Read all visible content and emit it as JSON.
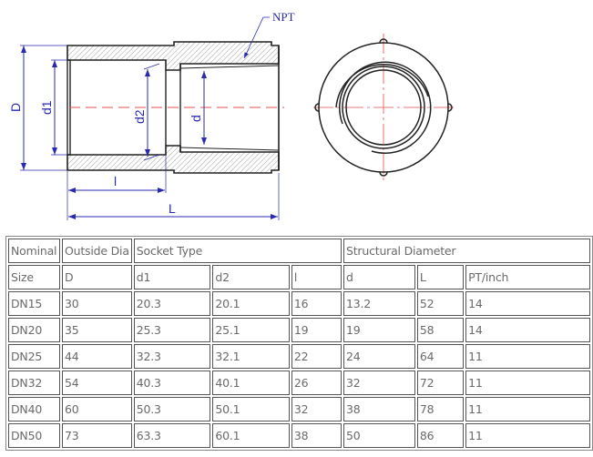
{
  "drawing": {
    "labels": {
      "D": "D",
      "d1": "d1",
      "d2": "d2",
      "d": "d",
      "l": "l",
      "L": "L",
      "npt": "NPT"
    },
    "colors": {
      "outline": "#222222",
      "dimension": "#2a2ab0",
      "centerline": "#e05050"
    }
  },
  "table": {
    "header1": [
      "Nominal",
      "Outside Dia",
      "Socket Type",
      "Structural Diameter"
    ],
    "header2": [
      "Size",
      "D",
      "d1",
      "d2",
      "l",
      "d",
      "L",
      "PT/inch"
    ],
    "rows": [
      [
        "DN15",
        "30",
        "20.3",
        "20.1",
        "16",
        "13.2",
        "52",
        "14"
      ],
      [
        "DN20",
        "35",
        "25.3",
        "25.1",
        "19",
        "19",
        "58",
        "14"
      ],
      [
        "DN25",
        "44",
        "32.3",
        "32.1",
        "22",
        "24",
        "64",
        "11"
      ],
      [
        "DN32",
        "54",
        "40.3",
        "40.1",
        "26",
        "32",
        "72",
        "11"
      ],
      [
        "DN40",
        "60",
        "50.3",
        "50.1",
        "32",
        "38",
        "78",
        "11"
      ],
      [
        "DN50",
        "73",
        "63.3",
        "60.1",
        "38",
        "50",
        "86",
        "11"
      ]
    ]
  }
}
